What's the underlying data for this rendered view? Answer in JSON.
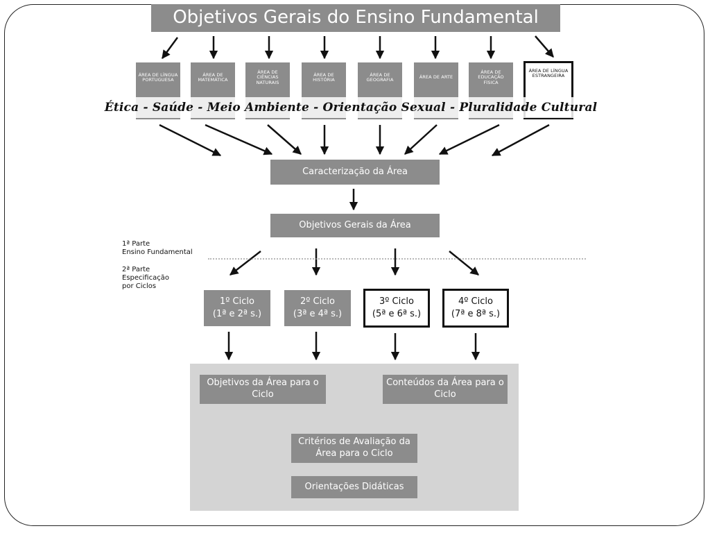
{
  "title": "Objetivos Gerais do Ensino Fundamental",
  "areas": [
    {
      "label": "ÁREA DE LÍNGUA PORTUGUESA"
    },
    {
      "label": "ÁREA DE MATEMÁTICA"
    },
    {
      "label": "ÁREA DE CIÊNCIAS NATURAIS"
    },
    {
      "label": "ÁREA DE HISTÓRIA"
    },
    {
      "label": "ÁREA DE GEOGRAFIA"
    },
    {
      "label": "ÁREA DE ARTE"
    },
    {
      "label": "ÁREA DE EDUCAÇÃO FÍSICA"
    },
    {
      "label": "ÁREA DE LÍNGUA ESTRANGEIRA"
    }
  ],
  "themes": "Ética - Saúde - Meio Ambiente - Orientação Sexual - Pluralidade Cultural",
  "caracterizacao": "Caracterização da Área",
  "objetivos_area": "Objetivos Gerais da Área",
  "side_notes": {
    "part1": "1ª Parte\nEnsino Fundamental",
    "part2": "2ª Parte\nEspecificação\npor Ciclos"
  },
  "ciclos": [
    {
      "name": "1º Ciclo",
      "series": "(1ª e 2ª s.)"
    },
    {
      "name": "2º Ciclo",
      "series": "(3ª e 4ª s.)"
    },
    {
      "name": "3º Ciclo",
      "series": "(5ª e 6ª s.)"
    },
    {
      "name": "4º Ciclo",
      "series": "(7ª e 8ª s.)"
    }
  ],
  "cycle_details": {
    "objetivos": "Objetivos da Área para o Ciclo",
    "conteudos": "Conteúdos da Área para o Ciclo",
    "criterios": "Critérios de Avaliação da Área para o Ciclo",
    "orientacoes": "Orientações Didáticas"
  },
  "colors": {
    "box_fill": "#8c8c8c",
    "panel_fill": "#d4d4d4",
    "outline": "#111111"
  }
}
